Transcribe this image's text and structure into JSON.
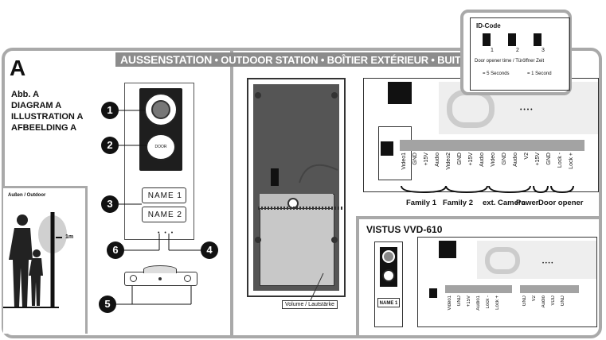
{
  "section_letter": "A",
  "banner": {
    "lead": "AUSSENSTATION",
    "rest": " • OUTDOOR STATION • BOÎTIER EXTÉRIEUR • BUITENSTATION"
  },
  "diagram_labels": [
    "Abb. A",
    "DIAGRAM A",
    "ILLUSTRATION A",
    "AFBEELDING A"
  ],
  "callouts": [
    "1",
    "2",
    "3",
    "4",
    "5",
    "6"
  ],
  "name_buttons": [
    "NAME 1",
    "NAME 2"
  ],
  "outdoor_label": "Außen / Outdoor",
  "height_label": "1m",
  "volume_label": "Volume / Lautstärke",
  "dip_panel": {
    "title": "ID-Code",
    "ids": [
      "1",
      "2",
      "3"
    ],
    "door_time_title": "Door opener time / Türöffner Zeit",
    "door_times": [
      "= 5 Seconds",
      "= 1 Second"
    ]
  },
  "main_terminals": [
    "Video1",
    "GND",
    "+15V",
    "Audio",
    "Video2",
    "GND",
    "+15V",
    "Audio",
    "Video",
    "GND",
    "Audio",
    "V2",
    "+15V",
    "GND",
    "Lock -",
    "Lock +"
  ],
  "terminal_groups": [
    "Family 1",
    "Family 2",
    "ext. Camera",
    "Power",
    "Door opener"
  ],
  "model": "VISTUS VVD-610",
  "model_name_button": "NAME 1",
  "model_terminals_left": [
    "Video1",
    "GND",
    "+15V",
    "Audio1",
    "Lock -",
    "Lock +"
  ],
  "model_terminals_right": [
    "GND",
    "V2",
    "Audio",
    "VDD",
    "GND"
  ],
  "button_text": "DOOR"
}
